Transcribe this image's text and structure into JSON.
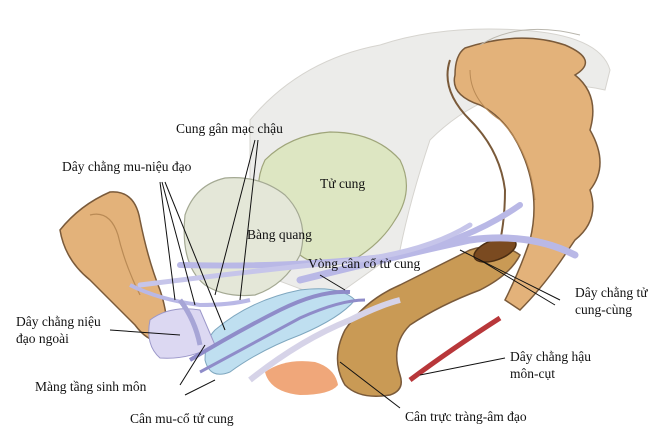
{
  "labels": {
    "cung_gan_mac_chau": "Cung gân mạc chậu",
    "day_chang_mu_nieu_dao": "Dây chằng mu-niệu đạo",
    "tu_cung": "Tử cung",
    "bang_quang": "Bàng quang",
    "vong_can_co_tu_cung": "Vòng cân cổ tử cung",
    "day_chang_nieu_dao_ngoai_1": "Dây chằng niệu",
    "day_chang_nieu_dao_ngoai_2": "đạo ngoài",
    "mang_tang_sinh_mon": "Màng tầng sinh môn",
    "can_mu_co_tu_cung": "Cân mu-cổ tử cung",
    "can_truc_trang_am_dao": "Cân trực tràng-âm đạo",
    "day_chang_tu_cung_cung_1": "Dây chằng tử",
    "day_chang_tu_cung_cung_2": "cung-cùng",
    "day_chang_hau_mon_cut_1": "Dây chằng hậu",
    "day_chang_hau_mon_cut_2": "môn-cụt"
  },
  "colors": {
    "bone": "#e3b27a",
    "bone_outline": "#7a5a3a",
    "pelvis_shadow": "#e9e5dc",
    "uterus": "#dde6c2",
    "bladder": "#e4e7d8",
    "rectum": "#c99a55",
    "ligament": "#b9b8e6",
    "perineal": "#dcd8f2",
    "vagina_blue": "#bfdff0",
    "orange": "#f0a77a",
    "red_ligament": "#b8373a"
  }
}
